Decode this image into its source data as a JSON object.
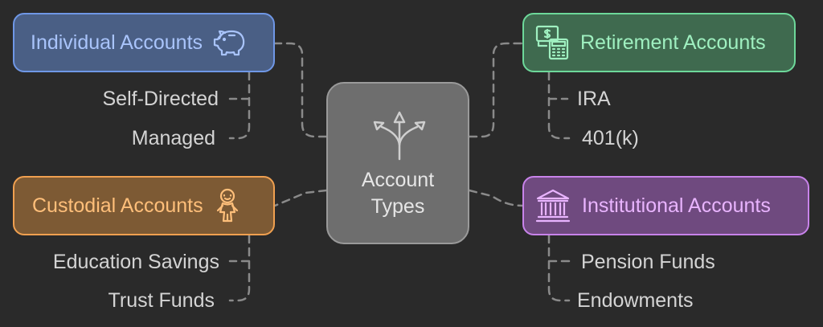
{
  "center": {
    "title_line1": "Account",
    "title_line2": "Types"
  },
  "branches": {
    "individual": {
      "label": "Individual Accounts",
      "icon": "piggy-bank-icon",
      "color": "#6f97e6",
      "items": [
        "Self-Directed",
        "Managed"
      ]
    },
    "custodial": {
      "label": "Custodial Accounts",
      "icon": "child-icon",
      "color": "#f0a050",
      "items": [
        "Education Savings",
        "Trust Funds"
      ]
    },
    "retirement": {
      "label": "Retirement Accounts",
      "icon": "money-calculator-icon",
      "color": "#6dd89a",
      "items": [
        "IRA",
        "401(k)"
      ]
    },
    "institutional": {
      "label": "Institutional Accounts",
      "icon": "bank-building-icon",
      "color": "#c883ea",
      "items": [
        "Pension Funds",
        "Endowments"
      ]
    }
  }
}
